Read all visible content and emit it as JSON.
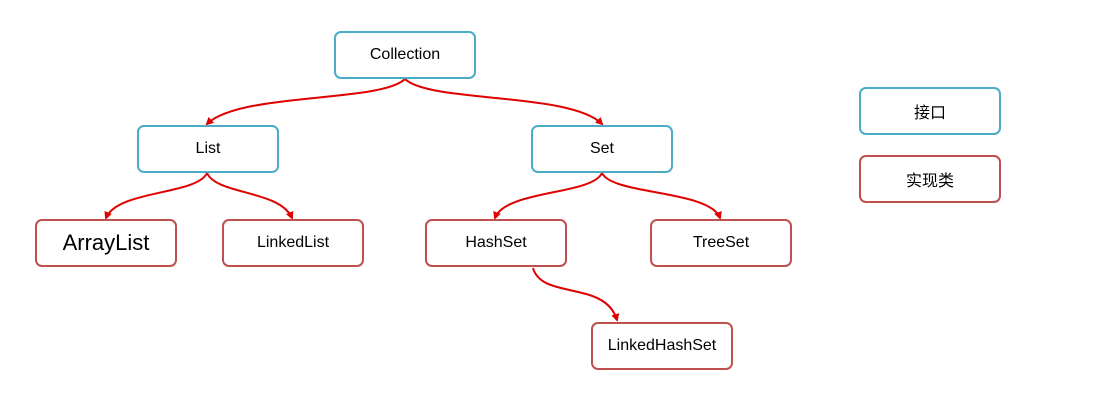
{
  "diagram": {
    "nodes": {
      "collection": "Collection",
      "list": "List",
      "set": "Set",
      "arraylist": "ArrayList",
      "linkedlist": "LinkedList",
      "hashset": "HashSet",
      "treeset": "TreeSet",
      "linkedhashset": "LinkedHashSet"
    },
    "edges": [
      {
        "from": "collection",
        "to": "list"
      },
      {
        "from": "collection",
        "to": "set"
      },
      {
        "from": "list",
        "to": "arraylist"
      },
      {
        "from": "list",
        "to": "linkedlist"
      },
      {
        "from": "set",
        "to": "hashset"
      },
      {
        "from": "set",
        "to": "treeset"
      },
      {
        "from": "hashset",
        "to": "linkedhashset"
      }
    ]
  },
  "legend": {
    "interface_label": "接口",
    "impl_label": "实现类"
  },
  "colors": {
    "interface_border": "#4bacc6",
    "impl_border": "#c0504d",
    "arrow": "#e00000"
  }
}
